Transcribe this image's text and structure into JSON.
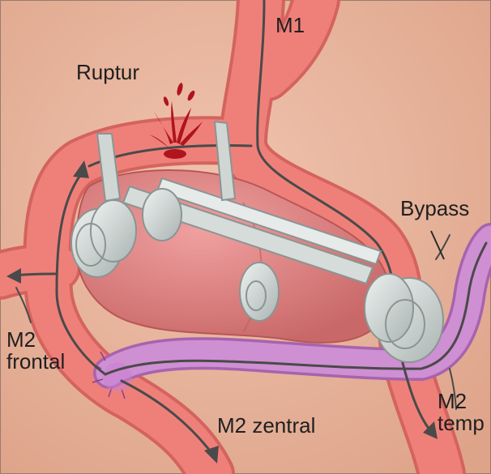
{
  "labels": {
    "m1": "M1",
    "ruptur": "Ruptur",
    "bypass": "Bypass",
    "m2_frontal_line1": "M2",
    "m2_frontal_line2": "frontal",
    "m2_zentral": "M2 zentral",
    "m2_temp_line1": "M2",
    "m2_temp_line2": "temp"
  },
  "colors": {
    "background": "#e9b39b",
    "vessel": "#ef8079",
    "vessel_dark": "#d4635e",
    "aneurysm": "#e07f7f",
    "bypass": "#cf8fd3",
    "clip": "#cfd6d4",
    "clip_stroke": "#8a9593",
    "flow_line": "#4a4a4a",
    "blood": "#b0141c"
  }
}
